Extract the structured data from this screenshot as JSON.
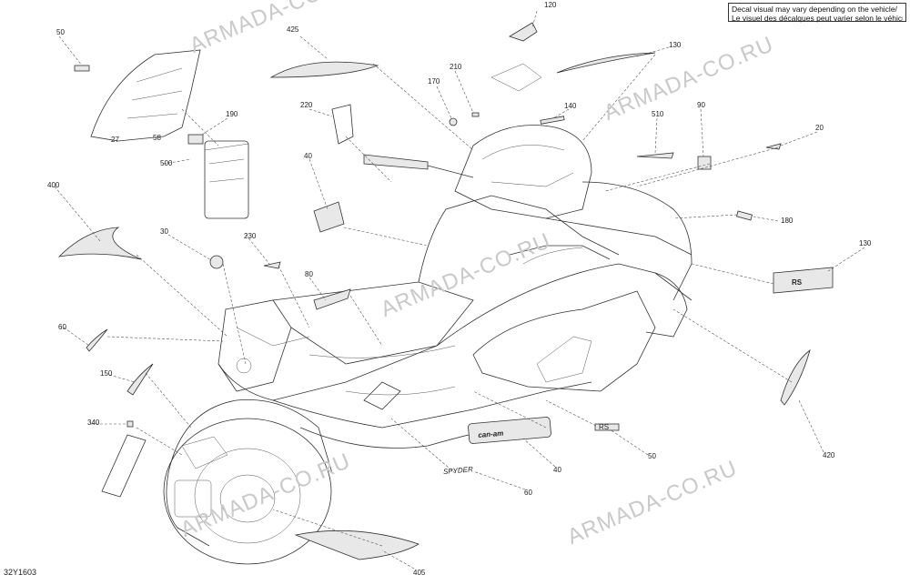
{
  "note": {
    "line1": "Decal visual may vary depending on the vehicle/",
    "line2": "Le visuel des décalques peut varier selon le véhicule"
  },
  "figure_id": "32Y1603",
  "watermark": "ARMADA-CO.RU",
  "callouts": [
    "120",
    "425",
    "130",
    "50",
    "210",
    "170",
    "140",
    "510",
    "90",
    "20",
    "220",
    "190",
    "500",
    "40",
    "180",
    "400",
    "30",
    "230",
    "130",
    "80",
    "60",
    "150",
    "340",
    "420",
    "50",
    "40",
    "60",
    "405"
  ],
  "decal_texts": {
    "can_am": "can-am",
    "model": "SPYDER",
    "rs": "RS",
    "small": "RS",
    "panel_27": "27",
    "panel_58": "58"
  }
}
